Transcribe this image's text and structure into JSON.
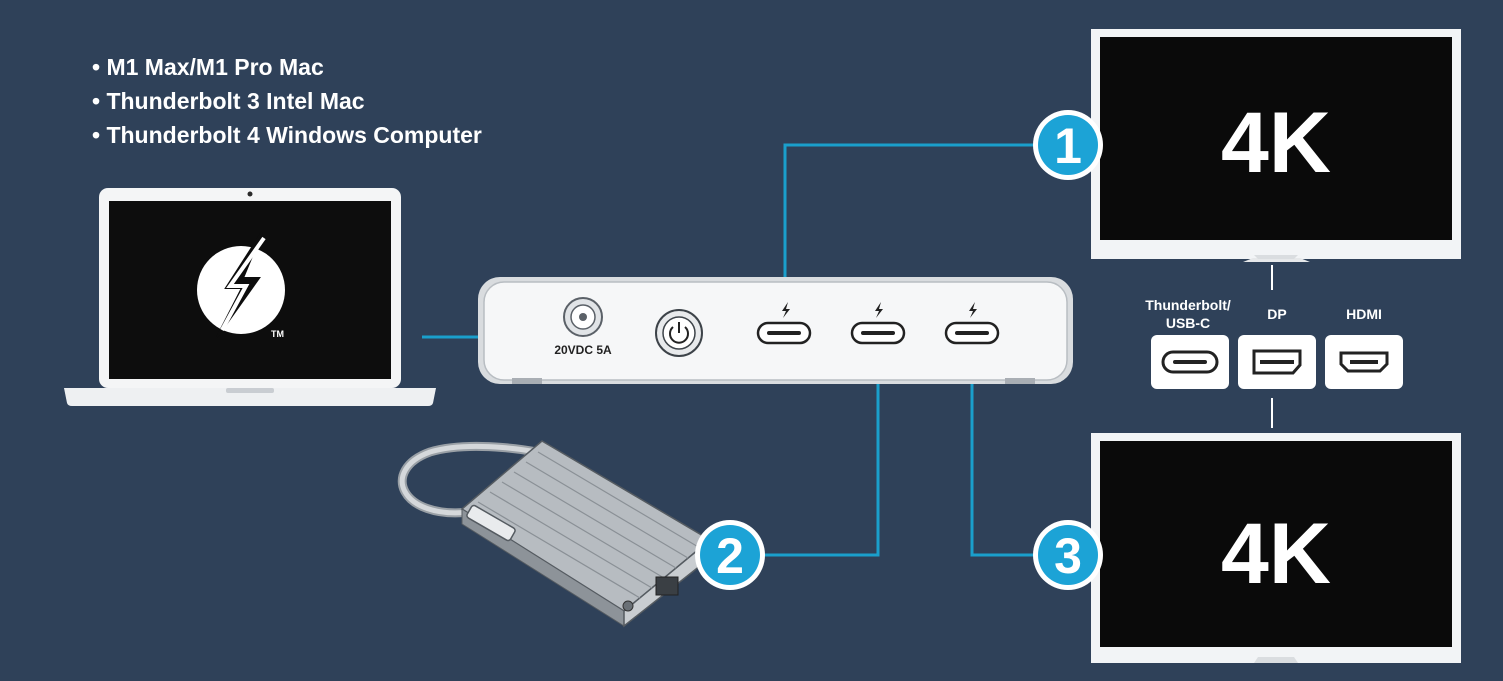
{
  "bullets": [
    "• M1 Max/M1 Pro Mac",
    "• Thunderbolt 3 Intel Mac",
    "• Thunderbolt 4 Windows Computer"
  ],
  "laptop": {
    "trademark": "TM"
  },
  "dock": {
    "power_label": "20VDC 5A"
  },
  "monitors": [
    {
      "resolution": "4K"
    },
    {
      "resolution": "4K"
    }
  ],
  "ports": [
    {
      "label": "Thunderbolt/\nUSB-C",
      "line1": "Thunderbolt/",
      "line2": "USB-C"
    },
    {
      "label": "DP"
    },
    {
      "label": "HDMI"
    }
  ],
  "callouts": [
    "1",
    "2",
    "3"
  ],
  "colors": {
    "background": "#2f4159",
    "cable": "#1a9fcc",
    "callout": "#1ca3d6"
  }
}
